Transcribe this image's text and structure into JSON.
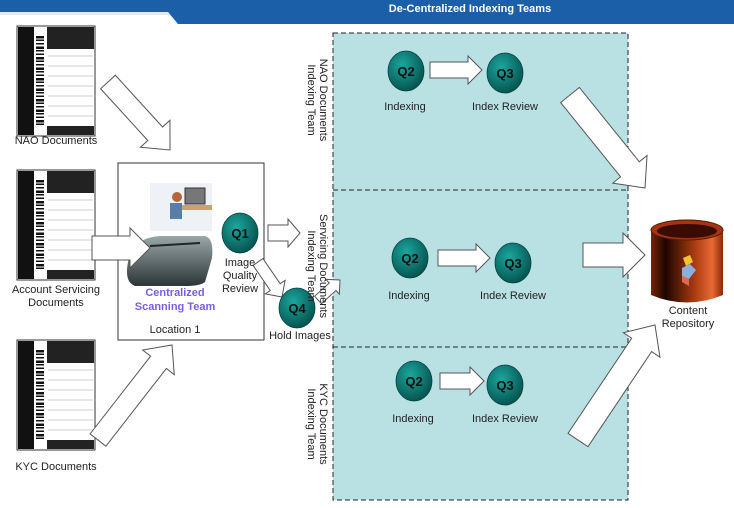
{
  "header": {
    "title": "De-Centralized Indexing Teams",
    "color": "#1a5fa8"
  },
  "panel_color": "#b9e1e4",
  "documents": [
    {
      "label": "NAO Documents"
    },
    {
      "label": "Account Servicing Documents",
      "line1": "Account Servicing",
      "line2": "Documents"
    },
    {
      "label": "KYC Documents"
    }
  ],
  "scanning": {
    "line1": "Centralized",
    "line2": "Scanning Team",
    "location": "Location 1"
  },
  "q1": {
    "tag": "Q1",
    "line1": "Image",
    "line2": "Quality",
    "line3": "Review"
  },
  "q4": {
    "tag": "Q4",
    "label": "Hold Images"
  },
  "teams": [
    {
      "line1": "NAO Documents",
      "line2": "Indexing Team",
      "q2": "Q2",
      "q2_label": "Indexing",
      "q3": "Q3",
      "q3_label": "Index Review"
    },
    {
      "line1": "Servicing Documents",
      "line2": "Indexing Team",
      "q2": "Q2",
      "q2_label": "Indexing",
      "q3": "Q3",
      "q3_label": "Index Review"
    },
    {
      "line1": "KYC Documents",
      "line2": "Indexing Team",
      "q2": "Q2",
      "q2_label": "Indexing",
      "q3": "Q3",
      "q3_label": "Index Review"
    }
  ],
  "repository": {
    "line1": "Content",
    "line2": "Repository"
  },
  "queue_color": "#0b7f78"
}
